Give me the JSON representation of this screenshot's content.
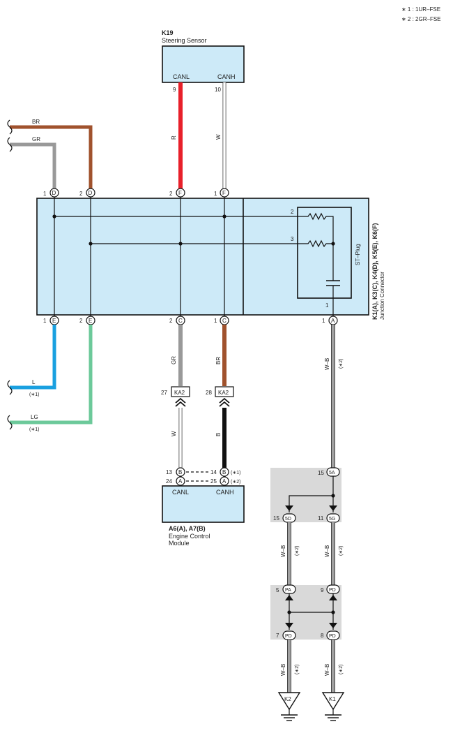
{
  "notes": {
    "note1": "∗ 1 : 1UR–FSE",
    "note2": "∗ 2 : 2GR–FSE"
  },
  "steering_sensor": {
    "code": "K19",
    "name": "Steering Sensor",
    "pin_canl": "CANL",
    "pin_canh": "CANH",
    "pin_canl_no": "9",
    "pin_canh_no": "10",
    "wire_canl": "R",
    "wire_canh": "W"
  },
  "junction": {
    "codes": "K1(A), K3(C), K4(D), K5(E), K6(F)",
    "name": "Junction Connector",
    "st_plug": "ST–Plug",
    "st_pin2": "2",
    "st_pin3": "3",
    "st_pin1": "1",
    "top_pins": [
      {
        "num": "1",
        "letter": "D"
      },
      {
        "num": "2",
        "letter": "D"
      },
      {
        "num": "2",
        "letter": "F"
      },
      {
        "num": "1",
        "letter": "F"
      }
    ],
    "bottom_pins": [
      {
        "num": "1",
        "letter": "E"
      },
      {
        "num": "2",
        "letter": "E"
      },
      {
        "num": "2",
        "letter": "C"
      },
      {
        "num": "1",
        "letter": "C"
      },
      {
        "num": "1",
        "letter": "A"
      }
    ]
  },
  "wires": {
    "br_top": "BR",
    "gr_top": "GR",
    "l": "L",
    "l_note": "(∗1)",
    "lg": "LG",
    "lg_note": "(∗1)",
    "gr_bottom": "GR",
    "br_bottom": "BR",
    "w_ecm": "W",
    "b_ecm": "B",
    "wb": "W–B",
    "wb_note": "(∗2)"
  },
  "connector_ka2": {
    "label": "KA2",
    "pin_left": "27",
    "pin_right": "28"
  },
  "ecm": {
    "codes": "A6(A), A7(B)",
    "name_line1": "Engine Control",
    "name_line2": "Module",
    "pin_canl": "CANL",
    "pin_canh": "CANH",
    "row1_left_num": "13",
    "row1_left_letter": "B",
    "row1_right_num": "14",
    "row1_right_letter": "B",
    "row1_note": "(∗1)",
    "row2_left_num": "24",
    "row2_left_letter": "A",
    "row2_right_num": "25",
    "row2_right_letter": "A",
    "row2_note": "(∗2)"
  },
  "splices": {
    "j5a_num": "15",
    "j5a": "5A",
    "j5d_num": "15",
    "j5d": "5D",
    "j5g_num": "11",
    "j5g": "5G",
    "pa_num": "5",
    "pa": "PA",
    "pd_top_num": "9",
    "pd_top": "PD",
    "pd_bl_num": "7",
    "pd_bl": "PD",
    "pd_br_num": "8",
    "pd_br": "PD"
  },
  "grounds": {
    "k2": "K2",
    "k1": "K1"
  },
  "colors": {
    "brown": "#a0522d",
    "gray": "#999999",
    "red": "#e8202a",
    "white_wire": "#ffffff",
    "blue": "#1aa0e0",
    "light_green": "#6cc99a",
    "black": "#111111",
    "box_fill": "#cdeaf8",
    "splice_gray": "#d9d9d9"
  }
}
